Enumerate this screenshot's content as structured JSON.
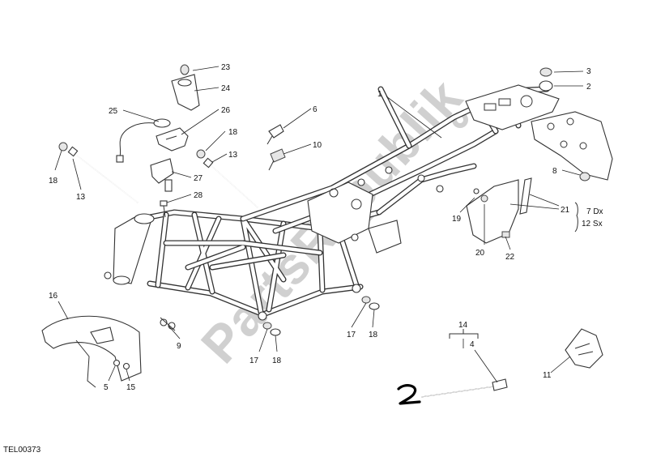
{
  "diagram": {
    "code": "TEL00373",
    "watermark": "PartsRepublik",
    "bracket_notes": [
      "7 Dx",
      "12 Sx"
    ],
    "callouts": [
      {
        "id": "c1",
        "label": "1"
      },
      {
        "id": "c2",
        "label": "2"
      },
      {
        "id": "c3",
        "label": "3"
      },
      {
        "id": "c4",
        "label": "4"
      },
      {
        "id": "c5",
        "label": "5"
      },
      {
        "id": "c6",
        "label": "6"
      },
      {
        "id": "c8",
        "label": "8"
      },
      {
        "id": "c9",
        "label": "9"
      },
      {
        "id": "c10",
        "label": "10"
      },
      {
        "id": "c11",
        "label": "11"
      },
      {
        "id": "c13a",
        "label": "13"
      },
      {
        "id": "c13b",
        "label": "13"
      },
      {
        "id": "c14",
        "label": "14"
      },
      {
        "id": "c15",
        "label": "15"
      },
      {
        "id": "c16",
        "label": "16"
      },
      {
        "id": "c17a",
        "label": "17"
      },
      {
        "id": "c17b",
        "label": "17"
      },
      {
        "id": "c18a",
        "label": "18"
      },
      {
        "id": "c18b",
        "label": "18"
      },
      {
        "id": "c18c",
        "label": "18"
      },
      {
        "id": "c18d",
        "label": "18"
      },
      {
        "id": "c19",
        "label": "19"
      },
      {
        "id": "c20",
        "label": "20"
      },
      {
        "id": "c21",
        "label": "21"
      },
      {
        "id": "c22",
        "label": "22"
      },
      {
        "id": "c23",
        "label": "23"
      },
      {
        "id": "c24",
        "label": "24"
      },
      {
        "id": "c25",
        "label": "25"
      },
      {
        "id": "c26",
        "label": "26"
      },
      {
        "id": "c27",
        "label": "27"
      },
      {
        "id": "c28",
        "label": "28"
      }
    ]
  }
}
